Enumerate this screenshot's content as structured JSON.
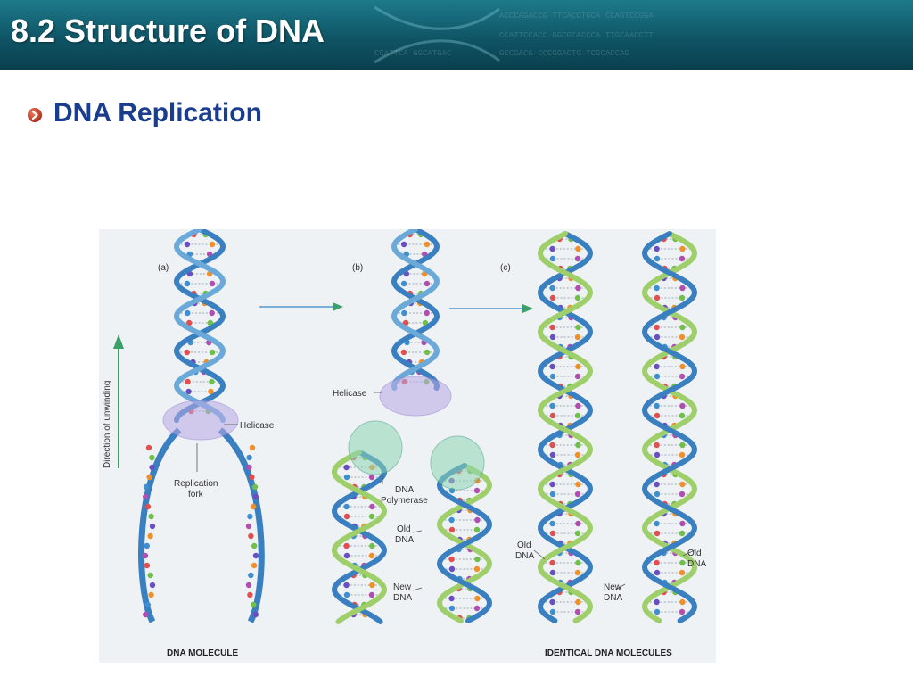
{
  "slide": {
    "title": "8.2 Structure of DNA",
    "subtitle": "DNA Replication"
  },
  "figure": {
    "panel_a_label": "(a)",
    "panel_b_label": "(b)",
    "panel_c_label": "(c)",
    "direction_label": "Direction of unwinding",
    "labels": {
      "helicase_a": "Helicase",
      "replication_fork_line1": "Replication",
      "replication_fork_line2": "fork",
      "helicase_b": "Helicase",
      "dna_polymerase_line1": "DNA",
      "dna_polymerase_line2": "Polymerase",
      "old_dna_b_line1": "Old",
      "old_dna_b_line2": "DNA",
      "new_dna_b_line1": "New",
      "new_dna_b_line2": "DNA",
      "old_dna_c1_line1": "Old",
      "old_dna_c1_line2": "DNA",
      "new_dna_c_line1": "New",
      "new_dna_c_line2": "DNA",
      "old_dna_c2_line1": "Old",
      "old_dna_c2_line2": "DNA"
    },
    "captions": {
      "left": "DNA MOLECULE",
      "right": "IDENTICAL DNA MOLECULES"
    }
  },
  "colors": {
    "header_bg": "#0f5566",
    "subtitle": "#1a3d8f",
    "bullet": "#c0392b",
    "old_strand": "#3a7fbf",
    "new_strand": "#9fcf6a",
    "arrow": "#3aa06a"
  },
  "icons": {
    "bullet": "red-circle-arrow-icon"
  }
}
